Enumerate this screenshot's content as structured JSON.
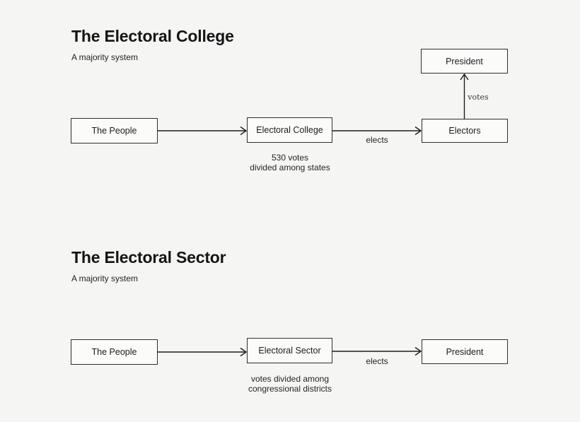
{
  "page": {
    "background_color": "#f5f5f4",
    "box_fill_color": "#fbfbfa",
    "box_border_color": "#2e2e2e",
    "text_color": "#1c1c1c"
  },
  "diagrams": [
    {
      "title": "The Electoral College",
      "subtitle": "A majority system",
      "nodes": [
        {
          "label": "The People"
        },
        {
          "label": "Electoral College"
        },
        {
          "label": "Electors"
        },
        {
          "label": "President"
        }
      ],
      "edge_labels": {
        "elects": "elects",
        "votes": "votes"
      },
      "caption": {
        "line1": "530 votes",
        "line2": "divided among states"
      }
    },
    {
      "title": "The Electoral Sector",
      "subtitle": "A majority system",
      "nodes": [
        {
          "label": "The People"
        },
        {
          "label": "Electoral Sector"
        },
        {
          "label": "President"
        }
      ],
      "edge_labels": {
        "elects": "elects"
      },
      "caption": {
        "line1": "votes divided among",
        "line2": "congressional districts"
      }
    }
  ]
}
